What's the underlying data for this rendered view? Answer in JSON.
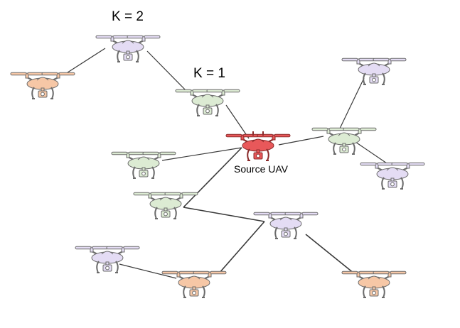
{
  "labels": {
    "hop2": "K = 2",
    "hop1": "K = 1",
    "source": "Source UAV"
  },
  "colors": {
    "source": "#e8585a",
    "hop1": "#dcebd3",
    "hop2": "#e4dcf4",
    "hop3": "#f6c7a6",
    "stroke": "#6b6b6b",
    "link": "#3a3a3a"
  },
  "nodes": [
    {
      "id": "n-top-left",
      "kind": "hop3"
    },
    {
      "id": "n-top",
      "kind": "hop2"
    },
    {
      "id": "n-upper-mid",
      "kind": "hop1"
    },
    {
      "id": "n-source",
      "kind": "source"
    },
    {
      "id": "n-left",
      "kind": "hop1"
    },
    {
      "id": "n-mid-left",
      "kind": "hop1"
    },
    {
      "id": "n-right",
      "kind": "hop1"
    },
    {
      "id": "n-far-top-right",
      "kind": "hop2"
    },
    {
      "id": "n-far-right",
      "kind": "hop2"
    },
    {
      "id": "n-center",
      "kind": "hop2"
    },
    {
      "id": "n-bottom-left",
      "kind": "hop2"
    },
    {
      "id": "n-bottom-mid",
      "kind": "hop3"
    },
    {
      "id": "n-bottom-right",
      "kind": "hop3"
    }
  ],
  "links": [
    [
      "n-top-left",
      "n-top"
    ],
    [
      "n-top",
      "n-upper-mid"
    ],
    [
      "n-upper-mid",
      "n-source"
    ],
    [
      "n-left",
      "n-source"
    ],
    [
      "n-mid-left",
      "n-source"
    ],
    [
      "n-right",
      "n-source"
    ],
    [
      "n-right",
      "n-far-top-right"
    ],
    [
      "n-right",
      "n-far-right"
    ],
    [
      "n-mid-left",
      "n-center"
    ],
    [
      "n-center",
      "n-bottom-mid"
    ],
    [
      "n-center",
      "n-bottom-right"
    ],
    [
      "n-bottom-left",
      "n-bottom-mid"
    ]
  ]
}
